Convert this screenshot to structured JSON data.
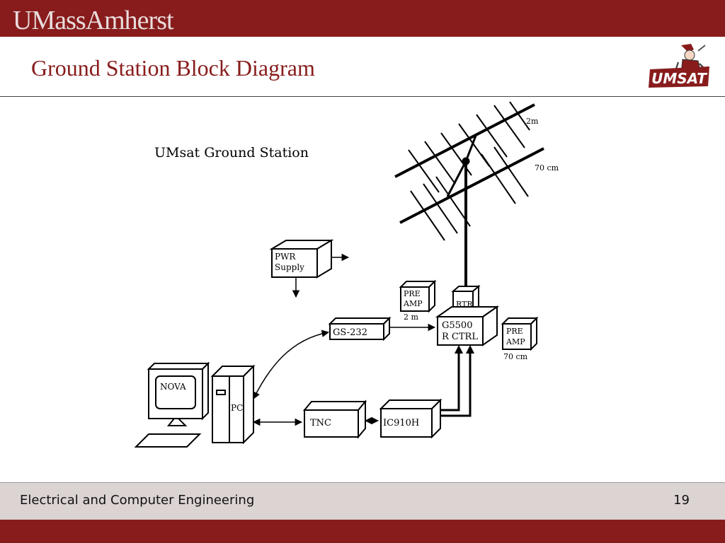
{
  "header": {
    "brand": "UMassAmherst",
    "title": "Ground Station Block Diagram",
    "logo_text": "UMSAT"
  },
  "diagram": {
    "caption": "UMsat Ground Station",
    "labels": {
      "antenna_2m": "2m",
      "antenna_70cm": "70 cm",
      "pwr_line1": "PWR",
      "pwr_line2": "Supply",
      "preamp_line1": "PRE",
      "preamp_line2": "AMP",
      "preamp_2m_band": "2 m",
      "rtr": "RTR",
      "ctrl_line1": "G5500",
      "ctrl_line2": "R CTRL",
      "preamp70_line1": "PRE",
      "preamp70_line2": "AMP",
      "preamp_70cm_band": "70 cm",
      "gs232": "GS-232",
      "nova": "NOVA",
      "pc": "PC",
      "tnc": "TNC",
      "radio": "IC910H"
    }
  },
  "footer": {
    "department": "Electrical and Computer Engineering",
    "page": "19"
  },
  "colors": {
    "maroon": "#881c1c",
    "footer_bg": "#dcd3d3"
  }
}
